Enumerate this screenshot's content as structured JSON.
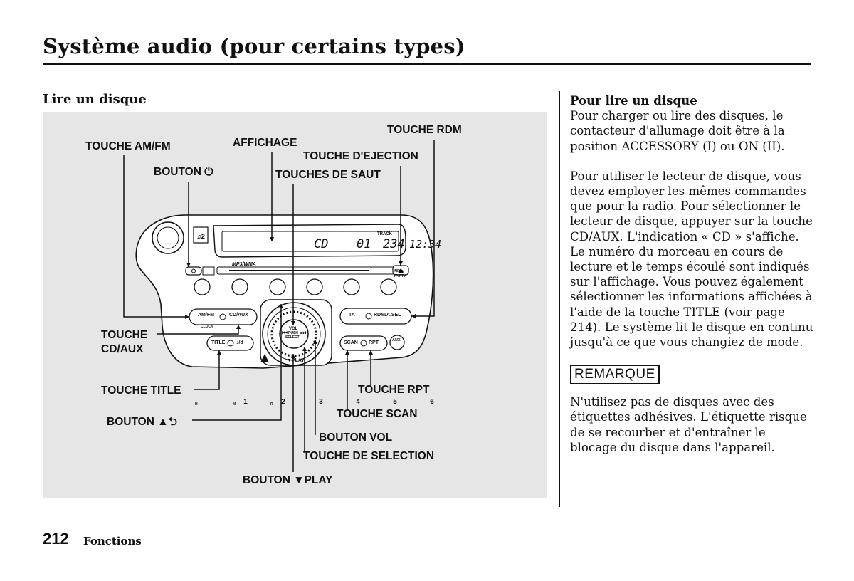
{
  "page": {
    "title": "Système audio (pour certains types)",
    "section_heading": "Lire un disque",
    "footer": {
      "page_number": "212",
      "section": "Fonctions"
    }
  },
  "figure": {
    "callouts": {
      "touche_rdm": "TOUCHE RDM",
      "touche_am_fm": "TOUCHE AM/FM",
      "affichage": "AFFICHAGE",
      "touche_ejection": "TOUCHE D'EJECTION",
      "bouton_power": "BOUTON",
      "touches_de_saut": "TOUCHES DE SAUT",
      "touche_cd_aux_line1": "TOUCHE",
      "touche_cd_aux_line2": "CD/AUX",
      "touche_title": "TOUCHE TITLE",
      "bouton_up": "BOUTON",
      "touche_rpt": "TOUCHE RPT",
      "touche_scan": "TOUCHE SCAN",
      "bouton_vol": "BOUTON VOL",
      "touche_selection": "TOUCHE DE SELECTION",
      "bouton_play": "BOUTON",
      "play_suffix": "PLAY"
    },
    "unit": {
      "display": {
        "mode": "CD",
        "track_label": "TRACK",
        "track": "01",
        "time": "234",
        "clock": "12:34"
      },
      "mp3_label": "MP3/WMA",
      "presets": [
        "1",
        "2",
        "3",
        "4",
        "5",
        "6"
      ],
      "preset_marks": [
        "H",
        "M",
        "R"
      ],
      "am_fm": "AM/FM",
      "cd_aux": "CD/AUX",
      "clock": "CLOCK",
      "title": "TITLE",
      "title_icon": "♪/d",
      "ta": "TA",
      "rdm": "RDM/A.SEL",
      "scan": "SCAN",
      "rpt": "RPT",
      "aux": "AUX",
      "knob_vol": "VOL",
      "knob_push": "PUSH",
      "knob_select": "SELECT",
      "play": "▼PLAY",
      "info": "INFO",
      "tp_pty": "TP/PTY"
    }
  },
  "right_column": {
    "subheading": "Pour lire un disque",
    "para1": "Pour charger ou lire des disques, le contacteur d'allumage doit être à la position ACCESSORY (I) ou ON (II).",
    "para2": "Pour utiliser le lecteur de disque, vous devez employer les mêmes commandes que pour la radio. Pour sélectionner le lecteur de disque, appuyer sur la touche CD/AUX. L'indication « CD » s'affiche. Le numéro du morceau en cours de lecture et le temps écoulé sont indiqués sur l'affichage. Vous pouvez également sélectionner les informations affichées à l'aide de la touche TITLE (voir page 214). Le système lit le disque en continu jusqu'à ce que vous changiez de mode.",
    "remark_label": "REMARQUE",
    "para3": "N'utilisez pas de disques avec des étiquettes adhésives. L'étiquette risque de se recourber et d'entraîner le blocage du disque dans l'appareil."
  }
}
